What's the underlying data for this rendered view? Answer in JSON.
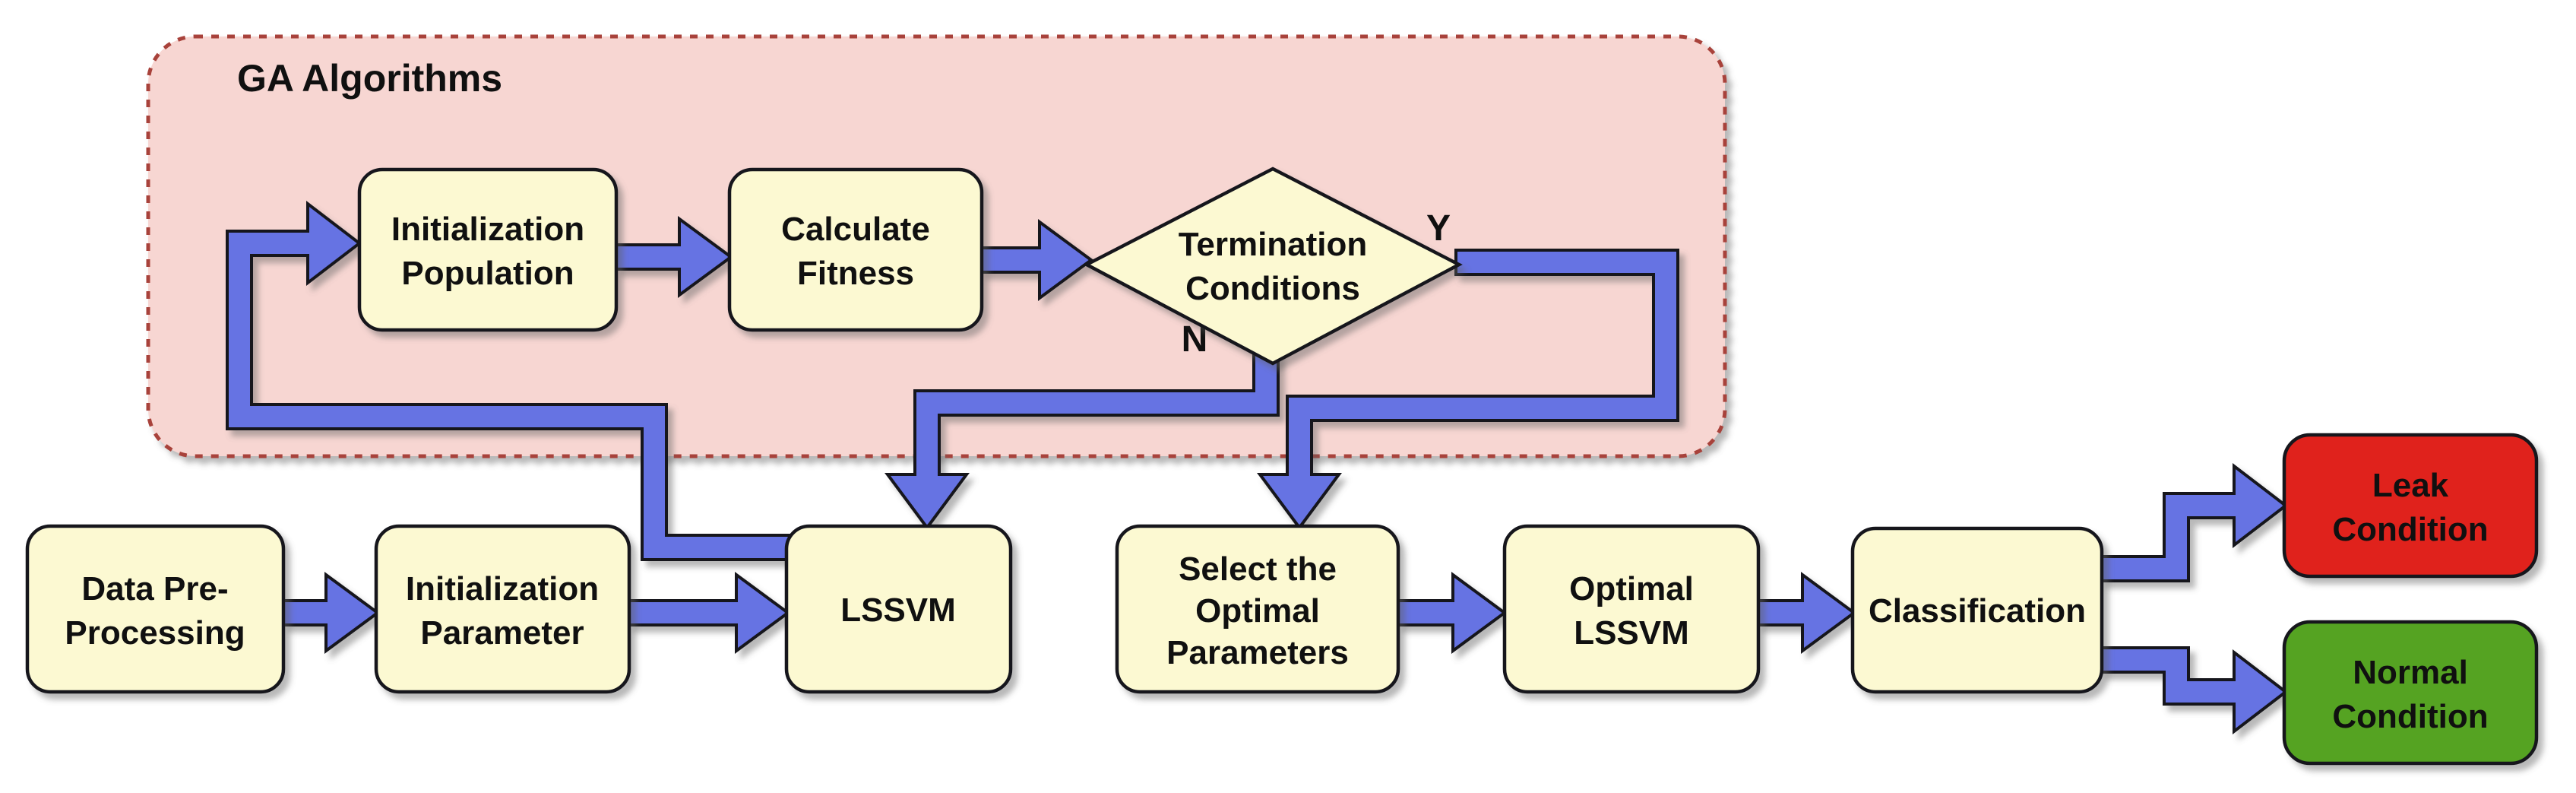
{
  "title": "GA Algorithms",
  "branch_labels": {
    "yes": "Y",
    "no": "N"
  },
  "nodes": {
    "init_population": {
      "lines": [
        "Initialization",
        "Population"
      ]
    },
    "calculate_fitness": {
      "lines": [
        "Calculate",
        "Fitness"
      ]
    },
    "termination": {
      "lines": [
        "Termination",
        "Conditions"
      ]
    },
    "data_pre": {
      "lines": [
        "Data Pre-",
        "Processing"
      ]
    },
    "init_parameter": {
      "lines": [
        "Initialization",
        "Parameter"
      ]
    },
    "lssvm": {
      "lines": [
        "LSSVM"
      ]
    },
    "select_optimal": {
      "lines": [
        "Select the",
        "Optimal",
        "Parameters"
      ]
    },
    "optimal_lssvm": {
      "lines": [
        "Optimal",
        "LSSVM"
      ]
    },
    "classification": {
      "lines": [
        "Classification"
      ]
    },
    "leak": {
      "lines": [
        "Leak",
        "Condition"
      ]
    },
    "normal": {
      "lines": [
        "Normal",
        "Condition"
      ]
    }
  },
  "colors": {
    "pipe": "#6673E3",
    "node_fill": "#FCF9D2",
    "ga_fill": "#F7D6D2",
    "ga_border": "#A8423A",
    "leak_fill": "#E0241A",
    "normal_fill": "#55A322",
    "background": "#FFFFFF"
  }
}
